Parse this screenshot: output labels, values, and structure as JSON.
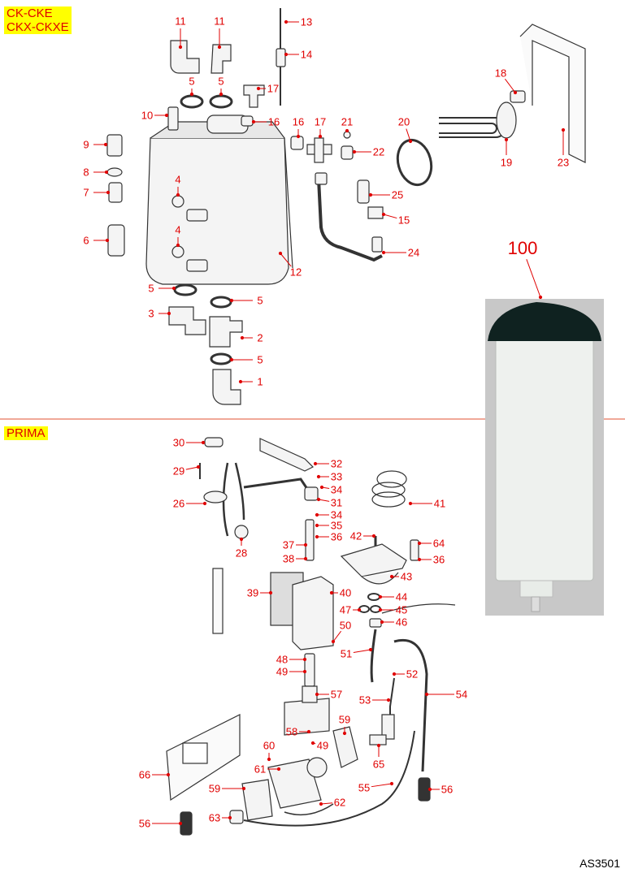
{
  "section_tags": [
    "CK-CKE\nCKX-CKXE",
    "PRIMA"
  ],
  "section_tag_lines": {
    "top": [
      "CK-CKE",
      "CKX-CKXE"
    ],
    "bottom": "PRIMA"
  },
  "drawing_code": "AS3501",
  "colors": {
    "label": "#e00000",
    "tag_bg": "#ffff00",
    "divider": "#e05030",
    "filter_cap": "#0f2220"
  },
  "callouts": [
    "11",
    "11",
    "13",
    "14",
    "5",
    "5",
    "17",
    "10",
    "16",
    "16",
    "17",
    "21",
    "22",
    "20",
    "18",
    "19",
    "23",
    "9",
    "8",
    "7",
    "6",
    "4",
    "4",
    "12",
    "25",
    "15",
    "24",
    "100",
    "5",
    "5",
    "3",
    "2",
    "5",
    "1",
    "30",
    "32",
    "33",
    "34",
    "29",
    "26",
    "31",
    "34",
    "35",
    "36",
    "37",
    "38",
    "28",
    "41",
    "42",
    "64",
    "36",
    "43",
    "39",
    "40",
    "44",
    "47",
    "45",
    "46",
    "50",
    "51",
    "48",
    "49",
    "52",
    "57",
    "53",
    "54",
    "58",
    "59",
    "60",
    "49",
    "65",
    "66",
    "61",
    "59",
    "55",
    "56",
    "62",
    "63",
    "56"
  ]
}
